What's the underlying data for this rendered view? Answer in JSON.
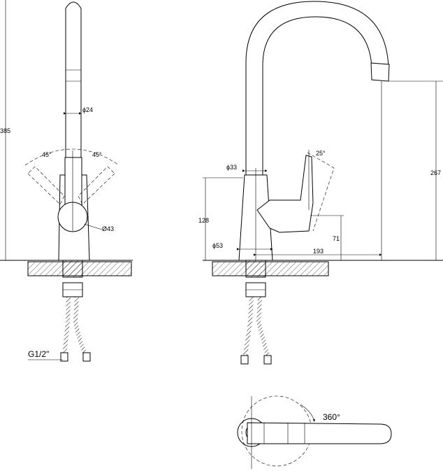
{
  "front_view": {
    "height_label": "385",
    "diameter_spout_label": "ϕ24",
    "angle_left_label": "45°",
    "angle_right_label": "45°",
    "diameter_body_label": "Ø43",
    "thread_label": "G1/2\""
  },
  "side_view": {
    "diameter_top_label": "ϕ33",
    "handle_angle_label": "25°",
    "spout_height_label": "267",
    "body_height_label": "128",
    "handle_height_label": "71",
    "diameter_base_label": "ϕ53",
    "reach_label": "193"
  },
  "top_view": {
    "rotation_label": "360°"
  }
}
